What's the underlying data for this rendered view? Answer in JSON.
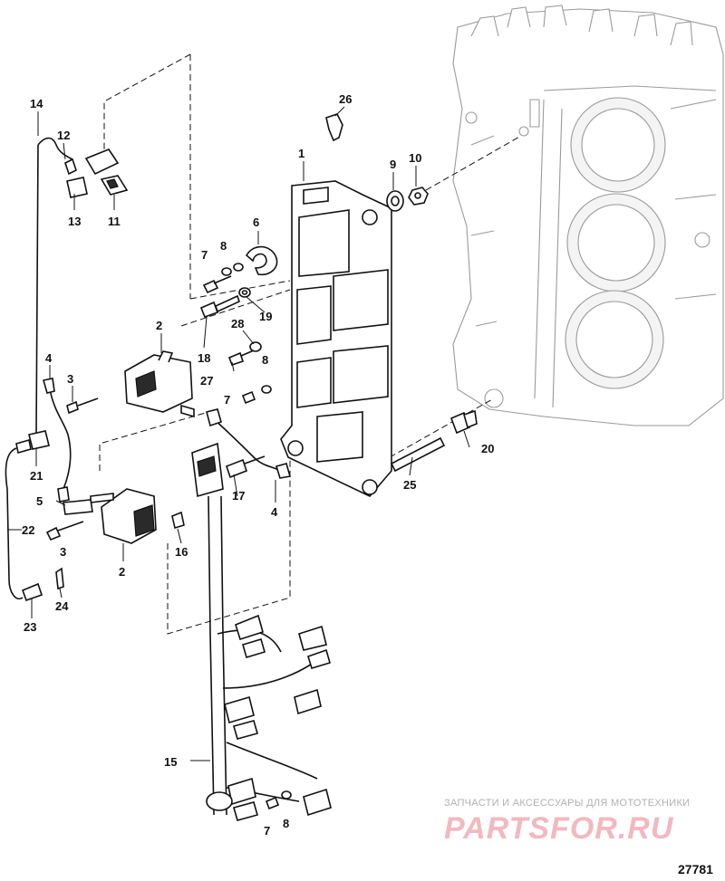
{
  "callouts": [
    "1",
    "2",
    "2",
    "3",
    "3",
    "4",
    "4",
    "5",
    "6",
    "7",
    "7",
    "7",
    "8",
    "8",
    "8",
    "9",
    "10",
    "11",
    "12",
    "13",
    "14",
    "15",
    "16",
    "17",
    "18",
    "19",
    "20",
    "21",
    "22",
    "23",
    "24",
    "25",
    "26",
    "27",
    "28"
  ],
  "watermark": {
    "tagline": "ЗАПЧАСТИ И АКСЕССУАРЫ ДЛЯ МОТОТЕХНИКИ",
    "logo": "PARTSFOR.RU"
  },
  "figure_number": "27781"
}
